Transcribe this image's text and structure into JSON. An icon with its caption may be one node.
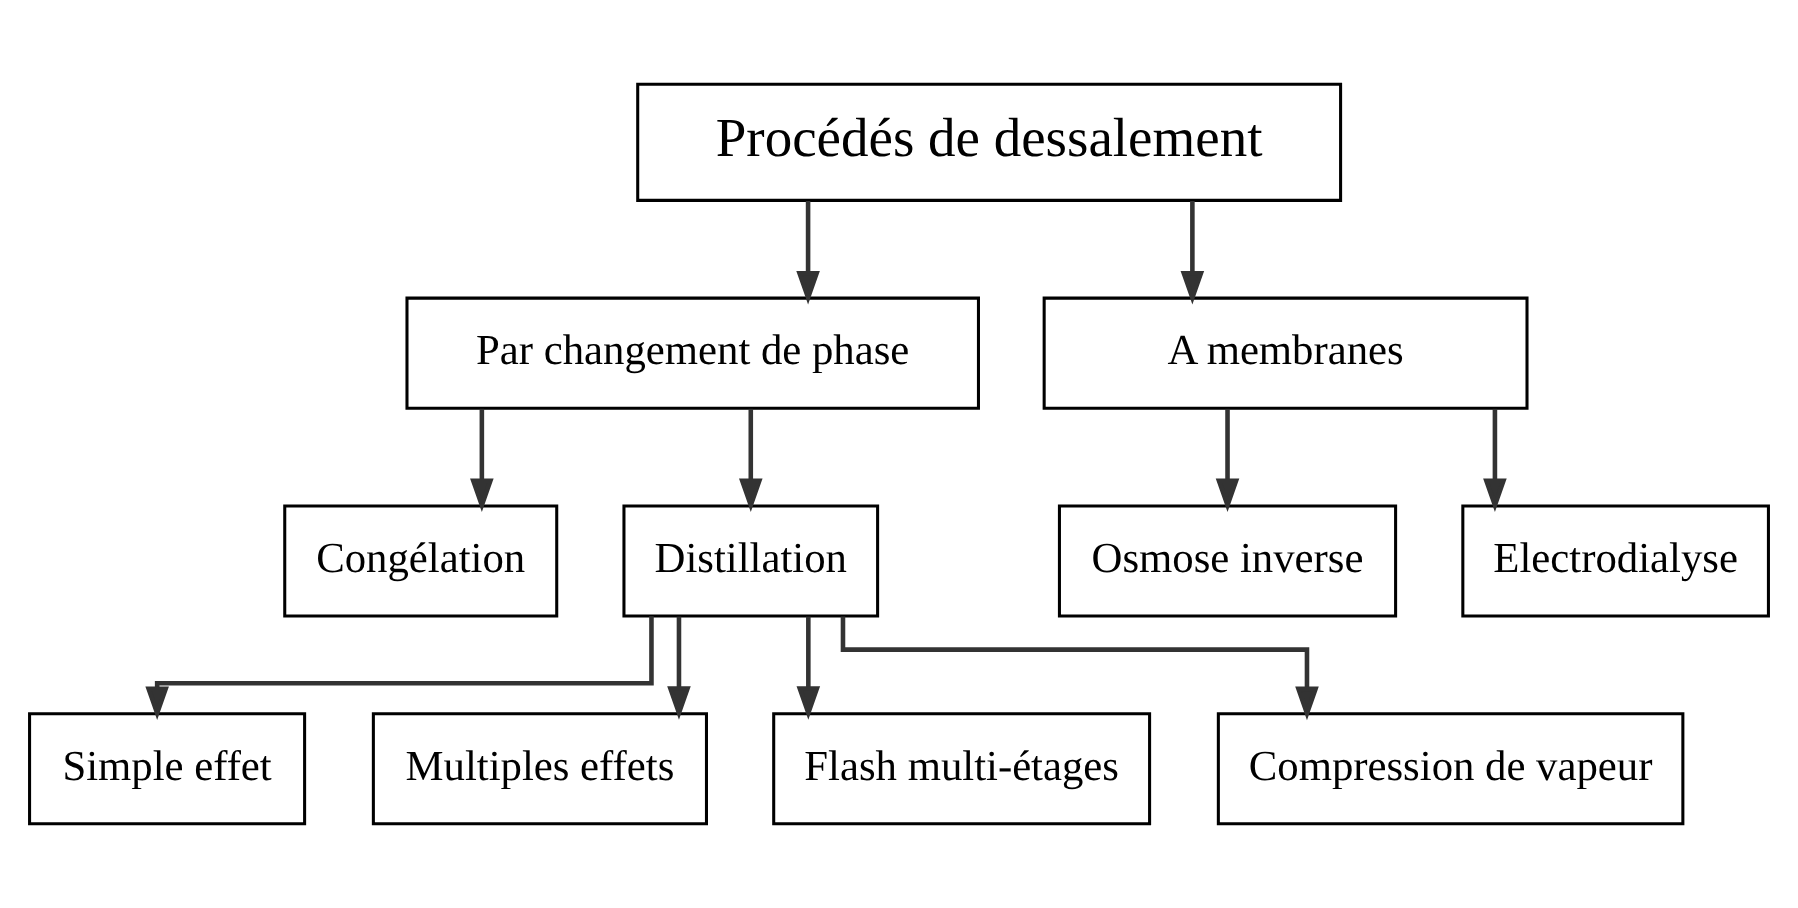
{
  "diagram": {
    "nodes": [
      {
        "text": [
          "Procédés de dessalement"
        ]
      },
      {
        "text": [
          "Par changement de phase"
        ]
      },
      {
        "text": [
          "A membranes"
        ]
      },
      {
        "text": [
          "Congélation"
        ]
      },
      {
        "text": [
          "Distillation"
        ]
      },
      {
        "text": [
          "Osmose inverse"
        ]
      },
      {
        "text": [
          "Electrodialyse"
        ]
      },
      {
        "text": [
          "Simple effet"
        ]
      },
      {
        "text": [
          "Multiples effets"
        ]
      },
      {
        "text": [
          "Flash multi-étages"
        ]
      },
      {
        "text": [
          "Compression de vapeur"
        ]
      }
    ],
    "edges": [
      {
        "from": 0,
        "to": 1,
        "arrow": "to"
      },
      {
        "from": 0,
        "to": 2,
        "arrow": "to"
      },
      {
        "from": 1,
        "to": 3,
        "arrow": "to"
      },
      {
        "from": 1,
        "to": 4,
        "arrow": "to"
      },
      {
        "from": 2,
        "to": 5,
        "arrow": "to"
      },
      {
        "from": 2,
        "to": 6,
        "arrow": "to"
      },
      {
        "from": 4,
        "to": 7,
        "arrow": "to"
      },
      {
        "from": 4,
        "to": 8,
        "arrow": "to"
      },
      {
        "from": 4,
        "to": 9,
        "arrow": "to"
      },
      {
        "from": 4,
        "to": 10,
        "arrow": "to"
      }
    ]
  }
}
